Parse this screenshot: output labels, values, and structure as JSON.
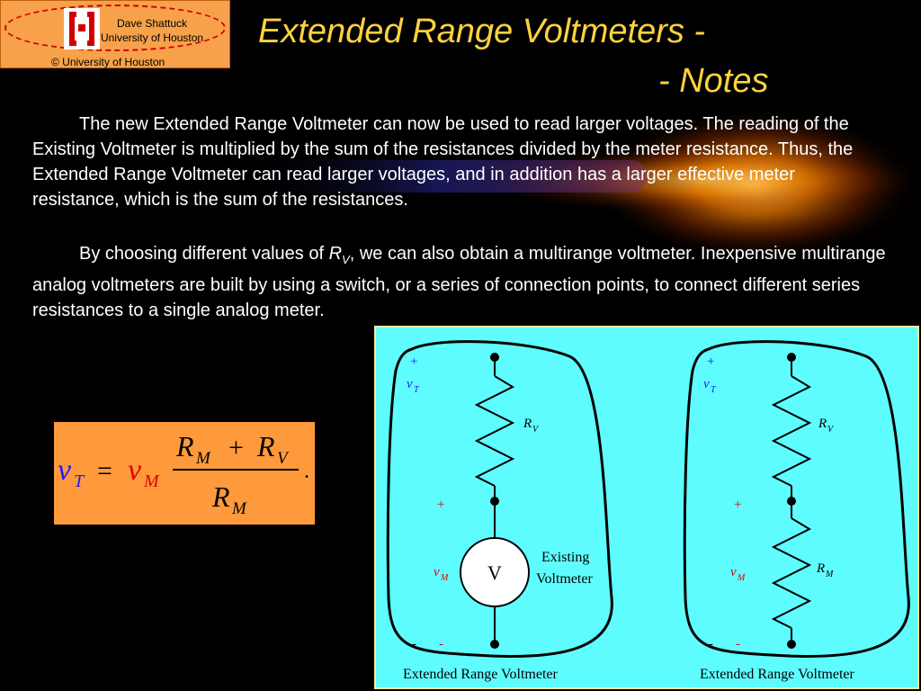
{
  "header": {
    "author": "Dave Shattuck",
    "institution": "University of Houston",
    "copyright": "© University of Houston"
  },
  "title": {
    "line1": "Extended Range Voltmeters -",
    "line2": "- Notes"
  },
  "paragraphs": [
    {
      "text": "The new Extended Range Voltmeter can now be used to read larger voltages. The reading of the Existing Voltmeter is multiplied by the sum of the resistances divided by the meter resistance.  Thus, the Extended Range Voltmeter can read larger voltages, and in addition has a larger effective meter resistance, which is the sum of the resistances."
    },
    {
      "pre": "By choosing different values of ",
      "var": "R",
      "var_sub": "V",
      "post": ", we can also obtain a multirange voltmeter.  Inexpensive multirange analog voltmeters are built by using a switch, or a series of connection points, to connect different series resistances to a single analog meter."
    }
  ],
  "equation": {
    "lhs": "v",
    "lhs_sub": "T",
    "eq": "=",
    "rhs": "v",
    "rhs_sub": "M",
    "num_a": "R",
    "num_a_sub": "M",
    "plus": "+",
    "num_b": "R",
    "num_b_sub": "V",
    "den": "R",
    "den_sub": "M",
    "period": "."
  },
  "circuits": {
    "left": {
      "plus_top": "+",
      "vt": "v",
      "vt_sub": "T",
      "rv": "R",
      "rv_sub": "V",
      "plus_mid": "+",
      "vm": "v",
      "vm_sub": "M",
      "meter_symbol": "V",
      "meter_label_1": "Existing",
      "meter_label_2": "Voltmeter",
      "minus_a": "-",
      "minus_b": "-",
      "caption": "Extended Range Voltmeter"
    },
    "right": {
      "plus_top": "+",
      "vt": "v",
      "vt_sub": "T",
      "rv": "R",
      "rv_sub": "V",
      "plus_mid": "+",
      "vm": "v",
      "vm_sub": "M",
      "rm": "R",
      "rm_sub": "M",
      "minus_a": "-",
      "minus_b": "-",
      "caption": "Extended Range Voltmeter"
    }
  },
  "colors": {
    "title": "#ffd23c",
    "logo_bg": "#f7a24a",
    "eq_bg": "#ff9a3c",
    "panel_bg": "#5ffcff",
    "var_blue": "#1a1aff",
    "var_red": "#e00000"
  }
}
